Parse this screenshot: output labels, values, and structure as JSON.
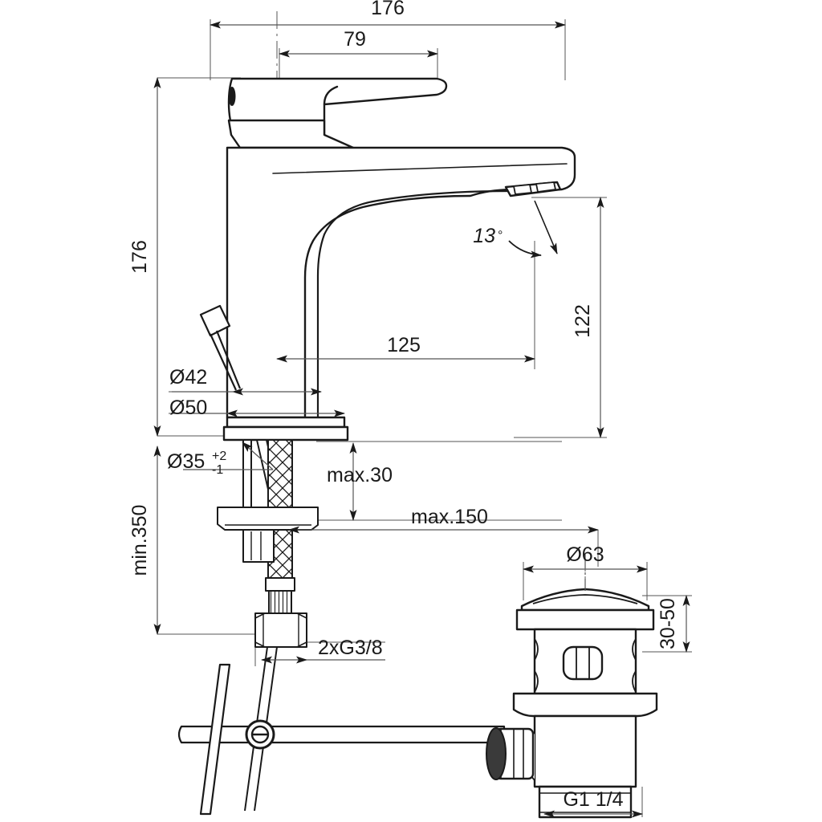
{
  "drawing": {
    "title": "Basin mixer tap technical dimension drawing",
    "units": "mm",
    "line_color": "#1a1a1a",
    "dim_color": "#555555",
    "background": "#ffffff"
  },
  "dimensions": {
    "overall_width": "176",
    "handle_width": "79",
    "overall_height": "176",
    "spout_height": "122",
    "spout_reach": "125",
    "outlet_angle": "13",
    "degree_symbol": "°",
    "body_dia_42": "Ø42",
    "base_dia_50": "Ø50",
    "hole_dia_35": "Ø35",
    "hole_tol_plus": "+2",
    "hole_tol_minus": "-1",
    "min_clearance": "min.350",
    "max_thickness": "max.30",
    "max_hose_reach": "max.150",
    "connection_thread": "2xG3/8",
    "waste_flange_dia": "Ø63",
    "waste_thickness_range": "30-50",
    "waste_thread": "G1 1/4"
  },
  "labels": {
    "overall_width": "176",
    "handle_width": "79",
    "overall_height": "176",
    "spout_height": "122",
    "spout_reach": "125",
    "angle": "13",
    "angle_deg": "°",
    "dia42": "Ø42",
    "dia50": "Ø50",
    "dia35": "Ø35",
    "tol_up": "+2",
    "tol_dn": "-1",
    "min350": "min.350",
    "max30": "max.30",
    "max150": "max.150",
    "g38": "2xG3/8",
    "dia63": "Ø63",
    "range3050": "30-50",
    "g114": "G1 1/4"
  }
}
